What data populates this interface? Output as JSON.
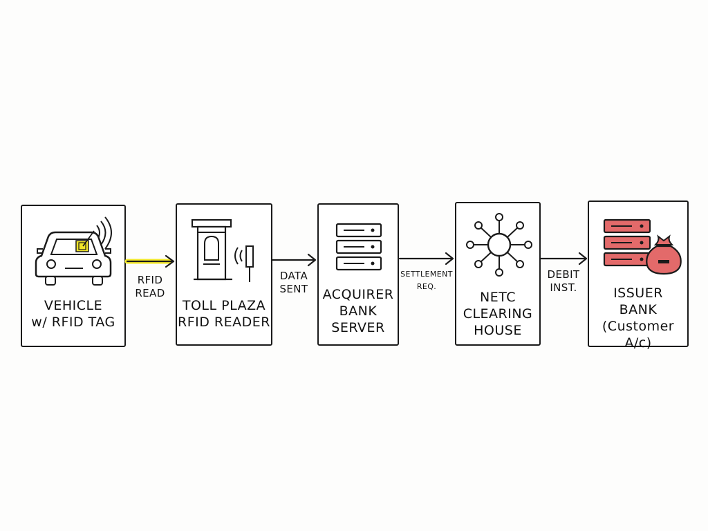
{
  "diagram": {
    "nodes": [
      {
        "id": "vehicle",
        "label": "VEHICLE\nw/ RFID TAG",
        "icon": "car-with-rfid-tag-icon"
      },
      {
        "id": "toll",
        "label": "TOLL PLAZA\nRFID READER",
        "icon": "toll-booth-icon"
      },
      {
        "id": "acquirer",
        "label": "ACQUIRER\nBANK\nSERVER",
        "icon": "server-stack-icon"
      },
      {
        "id": "netc",
        "label": "NETC\nCLEARING\nHOUSE",
        "icon": "network-hub-icon"
      },
      {
        "id": "issuer",
        "label": "ISSUER\nBANK\n(Customer A/c)",
        "icon": "red-server-with-money-bag-icon"
      }
    ],
    "edges": [
      {
        "from": "vehicle",
        "to": "toll",
        "label": "RFID\nREAD",
        "highlight": true
      },
      {
        "from": "toll",
        "to": "acquirer",
        "label": "DATA\nSENT"
      },
      {
        "from": "acquirer",
        "to": "netc",
        "label": "SETTLEMENT\nREQ."
      },
      {
        "from": "netc",
        "to": "issuer",
        "label": "DEBIT\nINST."
      }
    ]
  },
  "colors": {
    "ink": "#1a1a1a",
    "highlight": "#f3e92a",
    "issuer_red": "#e36a6a",
    "tag_yellow": "#f1e62a"
  }
}
